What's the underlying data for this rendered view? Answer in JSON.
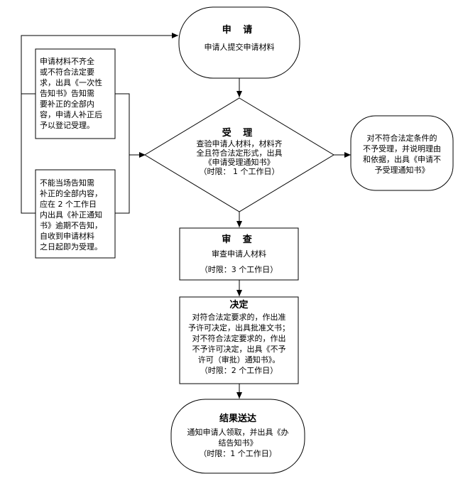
{
  "apply": {
    "title": "申  请",
    "desc": "申请人提交申请材料"
  },
  "accept": {
    "title": "受  理",
    "lines": [
      "查验申请人材料，材料齐",
      "全且符合法定形式，出具",
      "《申请受理通知书》",
      "（时限：  1 个工作日）"
    ]
  },
  "note_incomplete": {
    "lines": [
      "申请材料不齐全",
      "或不符合法定要",
      "求，出具《一次性",
      "告知书》告知需",
      "要补正的全部内",
      "容，申请人补正后",
      "予以登记受理。"
    ]
  },
  "note_cannot_notify": {
    "lines": [
      "不能当场告知需",
      "补正的全部内容，",
      "应在  2  个工作日",
      "内出具《补正通知",
      "书》逾期不告知，",
      "自收到申请材料",
      "之日起即为受理。"
    ]
  },
  "note_reject": {
    "lines": [
      "对不符合法定条件的",
      "不予受理，并说明理由",
      "和依据，出具《申请不",
      "予受理通知书》"
    ]
  },
  "review": {
    "title": "审  查",
    "desc": "审查申请人材料",
    "time": "（时限：3 个工作日）"
  },
  "decision": {
    "title": "决定",
    "lines": [
      "对符合法定要求的，作出准",
      "予许可决定，出具批准文书；",
      "对不符合法定要求的，作出",
      "不予许可决定，出具《不予",
      "许可（审批）通知书》。",
      "（时限：2 个工作日）"
    ]
  },
  "result": {
    "title": "结果送达",
    "lines": [
      "通知申请人领取，并出具《办",
      "结告知书》",
      "（时限：1 个工作日）"
    ]
  }
}
